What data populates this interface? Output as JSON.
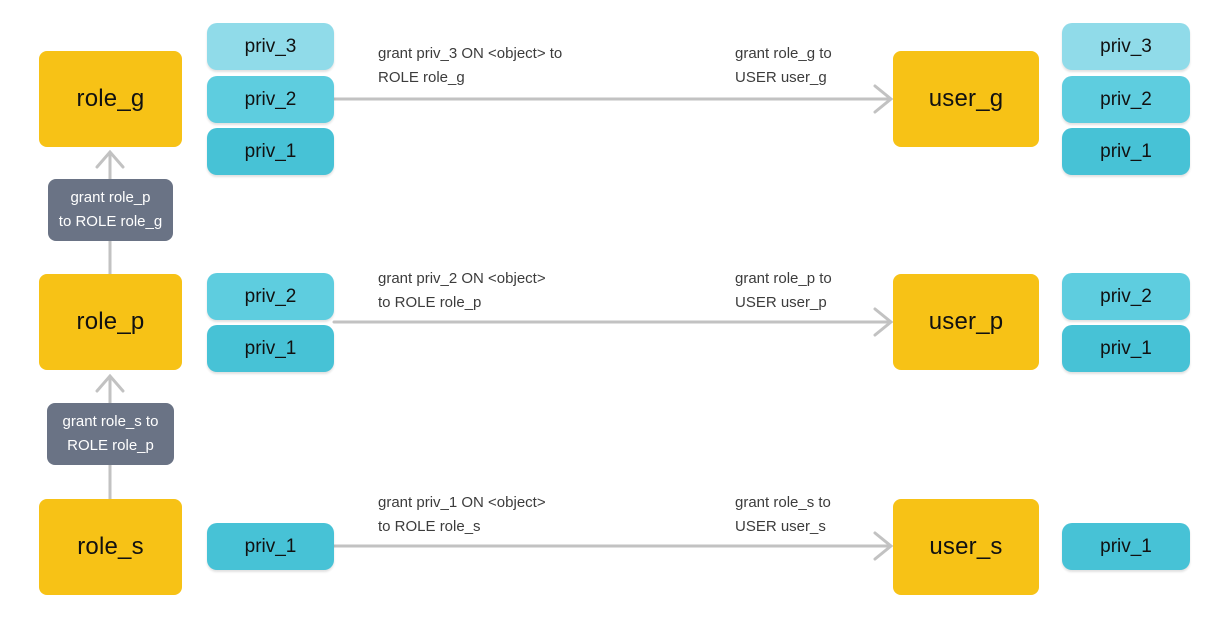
{
  "colors": {
    "entity": "#F7C216",
    "priv_3": "#90DBE9",
    "priv_2": "#5ECDDF",
    "priv_1": "#47C2D6",
    "grant_box": "#6A7385",
    "arrow": "#C2C2C2",
    "label_text": "#3C3C3C",
    "box_text": "#111111",
    "grant_text": "#FFFFFF"
  },
  "rows": [
    {
      "role": "role_g",
      "user": "user_g",
      "role_privs": [
        "priv_3",
        "priv_2",
        "priv_1"
      ],
      "user_privs": [
        "priv_3",
        "priv_2",
        "priv_1"
      ],
      "grant_priv_label": [
        "grant priv_3 ON <object> to",
        "ROLE role_g"
      ],
      "grant_user_label": [
        "grant role_g to",
        "USER user_g"
      ]
    },
    {
      "role": "role_p",
      "user": "user_p",
      "role_privs": [
        "priv_2",
        "priv_1"
      ],
      "user_privs": [
        "priv_2",
        "priv_1"
      ],
      "grant_priv_label": [
        "grant priv_2 ON <object>",
        "to ROLE role_p"
      ],
      "grant_user_label": [
        "grant role_p to",
        "USER user_p"
      ]
    },
    {
      "role": "role_s",
      "user": "user_s",
      "role_privs": [
        "priv_1"
      ],
      "user_privs": [
        "priv_1"
      ],
      "grant_priv_label": [
        "grant priv_1 ON <object>",
        "to ROLE role_s"
      ],
      "grant_user_label": [
        "grant role_s to",
        "USER user_s"
      ]
    }
  ],
  "role_hierarchy_grants": [
    {
      "lines": [
        "grant role_p",
        "to ROLE role_g"
      ]
    },
    {
      "lines": [
        "grant role_s to",
        "ROLE role_p"
      ]
    }
  ]
}
